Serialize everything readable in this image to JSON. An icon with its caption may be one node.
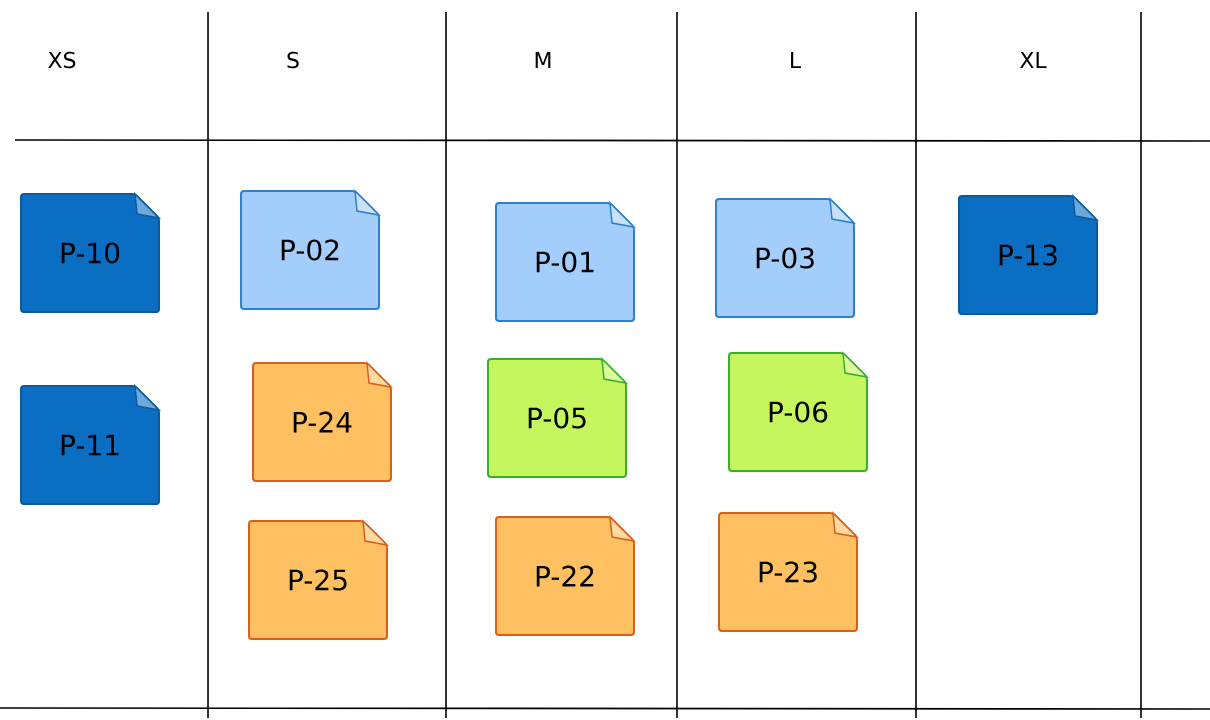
{
  "diagram": {
    "nodes": [
      {
        "text": [
          "P-10"
        ]
      },
      {
        "text": [
          "P-02"
        ]
      },
      {
        "text": [
          "P-01"
        ]
      },
      {
        "text": [
          "P-03"
        ]
      },
      {
        "text": [
          "P-13"
        ]
      },
      {
        "text": [
          "P-11"
        ]
      },
      {
        "text": [
          "P-24"
        ]
      },
      {
        "text": [
          "P-05"
        ]
      },
      {
        "text": [
          "P-06"
        ]
      },
      {
        "text": [
          "P-25"
        ]
      },
      {
        "text": [
          "P-22"
        ]
      },
      {
        "text": [
          "P-23"
        ]
      }
    ],
    "labels": [
      "XS",
      "S",
      "M",
      "L",
      "XL"
    ]
  }
}
